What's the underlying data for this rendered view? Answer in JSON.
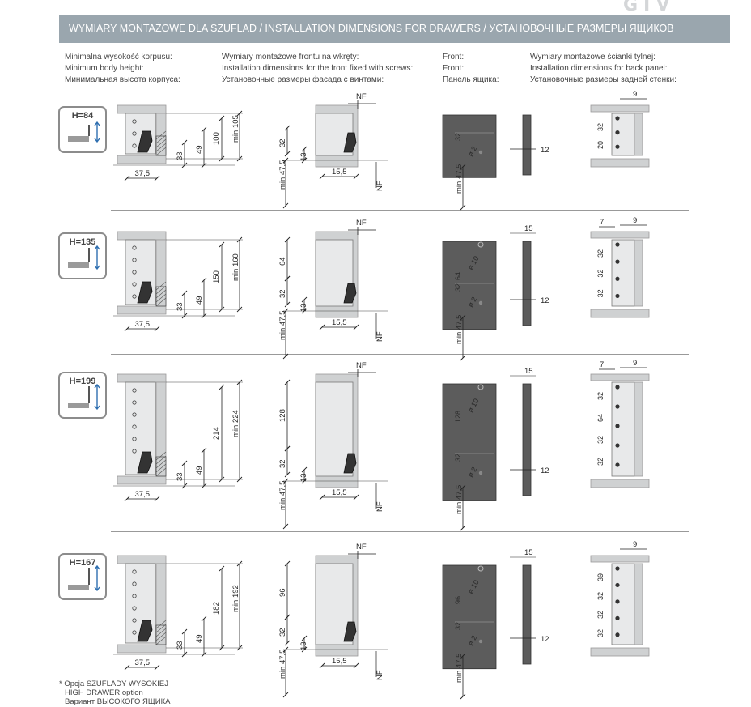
{
  "logo": "GTV",
  "header_title": "WYMIARY MONTAŻOWE DLA SZUFLAD / INSTALLATION DIMENSIONS FOR DRAWERS / УСТАНОВОЧНЫЕ РАЗМЕРЫ ЯЩИКОВ",
  "columns": [
    {
      "lines": [
        "Minimalna wysokość korpusu:",
        "Minimum body height:",
        "Минимальная высота корпуса:"
      ]
    },
    {
      "lines": [
        "Wymiary montażowe frontu na wkręty:",
        "Installation dimensions for the front fixed with screws:",
        "Установочные размеры фасада с винтами:"
      ]
    },
    {
      "lines": [
        "Front:",
        "Front:",
        "Панель ящика:"
      ]
    },
    {
      "lines": [
        "Wymiary montażowe ścianki tylnej:",
        "Installation dimensions for back panel:",
        "Установочные размеры задней стенки:"
      ]
    }
  ],
  "rows": [
    {
      "badge": "H=84",
      "body": {
        "width": "37,5",
        "d1": "33",
        "d2": "49",
        "d3": "100",
        "d4": "min 105"
      },
      "front": {
        "nf_top": "NF",
        "nf_bottom": "NF",
        "d_top": "32",
        "d_13": "13",
        "d_155": "15,5",
        "d_min": "min 47,5"
      },
      "panel": {
        "dims": [
          "32"
        ],
        "phi": "ø 2",
        "min": "min 47,5",
        "side_top": "",
        "side_bot": "12"
      },
      "back": {
        "top": "9",
        "left": "",
        "dims": [
          "32",
          "20"
        ]
      }
    },
    {
      "badge": "H=135",
      "body": {
        "width": "37,5",
        "d1": "33",
        "d2": "49",
        "d3": "150",
        "d4": "min 160"
      },
      "front": {
        "nf_top": "NF",
        "nf_bottom": "NF",
        "d_top": "64",
        "d_mid": "32",
        "d_13": "13",
        "d_155": "15,5",
        "d_min": "min 47,5"
      },
      "panel": {
        "dims": [
          "64",
          "32"
        ],
        "phi_top": "ø 10",
        "phi": "ø 2",
        "min": "min 47,5",
        "side_top": "15",
        "side_bot": "12"
      },
      "back": {
        "top": "9",
        "left": "7",
        "dims": [
          "32",
          "32",
          "32"
        ]
      }
    },
    {
      "badge": "H=199",
      "body": {
        "width": "37,5",
        "d1": "33",
        "d2": "49",
        "d3": "214",
        "d4": "min 224"
      },
      "front": {
        "nf_top": "NF",
        "nf_bottom": "NF",
        "d_top": "128",
        "d_mid": "32",
        "d_13": "13",
        "d_155": "15,5",
        "d_min": "min 47,5"
      },
      "panel": {
        "dims": [
          "128",
          "32"
        ],
        "phi_top": "ø 10",
        "phi": "ø 2",
        "min": "min 47,5",
        "side_top": "15",
        "side_bot": "12"
      },
      "back": {
        "top": "9",
        "left": "7",
        "dims": [
          "32",
          "64",
          "32",
          "32"
        ]
      }
    },
    {
      "badge": "H=167",
      "body": {
        "width": "37,5",
        "d1": "33",
        "d2": "49",
        "d3": "182",
        "d4": "min 192"
      },
      "front": {
        "nf_top": "NF",
        "nf_bottom": "NF",
        "d_top": "96",
        "d_mid": "32",
        "d_13": "13",
        "d_155": "15,5",
        "d_min": "min 47,5"
      },
      "panel": {
        "dims": [
          "96",
          "32"
        ],
        "phi_top": "ø 10",
        "phi": "ø 2",
        "min": "min 47,5",
        "side_top": "15",
        "side_bot": "12"
      },
      "back": {
        "top": "9",
        "left": "",
        "dims": [
          "39",
          "32",
          "32",
          "32"
        ]
      }
    }
  ],
  "footnote": [
    "* Opcja SZUFLADY WYSOKIEJ",
    "HIGH DRAWER option",
    "Вариант ВЫСОКОГО ЯЩИКА"
  ],
  "colors": {
    "banner": "#9aa6ae",
    "panel": "#5c5c5c",
    "cabinet": "#cfd1d2",
    "line": "#222222",
    "arrow": "#2f6fb0"
  }
}
